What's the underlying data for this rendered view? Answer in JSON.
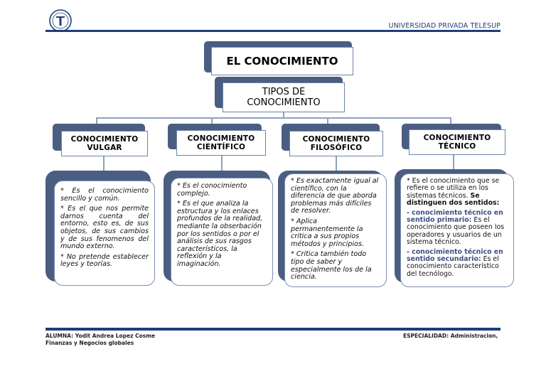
{
  "header": {
    "university": "UNIVERSIDAD PRIVADA TELESUP",
    "logo_icon": "university-seal-icon"
  },
  "diagram": {
    "title": "EL CONOCIMIENTO",
    "subtitle_line1": "TIPOS DE",
    "subtitle_line2": "CONOCIMIENTO",
    "categories": [
      {
        "line1": "CONOCIMIENTO",
        "line2": "VULGAR",
        "p1": "* Es el conocimiento sencillo y común.",
        "p2": "* Es el que nos permite darnos cuenta del entorno, esto es, de sus objetos, de sus cambios y de sus fenomenos del mundo externo.",
        "p3": "* No pretende establecer leyes y teorías."
      },
      {
        "line1": "CONOCIMIENTO",
        "line2": "CIENTÍFICO",
        "p1": "* Es el conocimiento complejo.",
        "p2": "* Es el que analiza la estructura y los enlaces profundos de la realidad, mediante la obserbación por los sentidos o por el análisis de sus rasgos característicos, la reflexión y la imaginación."
      },
      {
        "line1": "CONOCIMIENTO",
        "line2": "FILOSÓFICO",
        "p1": "* Es exactamente igual al científico, con la diferencia de que aborda problemas más difíciles de resolver.",
        "p2": "* Aplica permanentemente la critica a sus propios métodos y principios.",
        "p3": "* Critica también todo tipo de saber y especialmente los de la ciencia."
      },
      {
        "line1": "CONOCIMIENTO",
        "line2": "TÉCNICO",
        "p1": "* Es el conocimiento que se refiere o se utiliza en los sistemas técnicos.",
        "p1_bold": "Se distinguen dos sentidos:",
        "s1_label": "- conocimiento técnico en sentido primario:",
        "s1_text": "Es el conocimiento que poseen los operadores y usuarios de un sistema técnico.",
        "s2_label": "- conocimiento técnico en sentido secundario:",
        "s2_text": "Es el conocimiento característico del tecnólogo."
      }
    ]
  },
  "footer": {
    "student_label": "ALUMNA:",
    "student_name": "Yodit Andrea Lopez Cosme",
    "career": "Finanzas y Negocios globales",
    "specialty_label": "ESPECIALIDAD:",
    "specialty": "Administracion,"
  },
  "colors": {
    "accent": "#1f3d7a",
    "shadow": "#4a5e82",
    "connector": "#8da0be"
  }
}
